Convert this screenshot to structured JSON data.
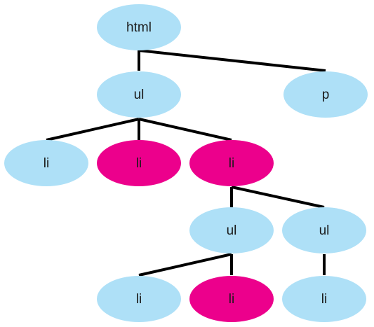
{
  "colors": {
    "default_node": "#aee0f7",
    "highlighted_node": "#ec008c",
    "edge": "#000000"
  },
  "nodes": {
    "html": {
      "label": "html",
      "highlighted": false
    },
    "ul_root": {
      "label": "ul",
      "highlighted": false
    },
    "p": {
      "label": "p",
      "highlighted": false
    },
    "li_1": {
      "label": "li",
      "highlighted": false
    },
    "li_2": {
      "label": "li",
      "highlighted": true
    },
    "li_3": {
      "label": "li",
      "highlighted": true
    },
    "ul_a": {
      "label": "ul",
      "highlighted": false
    },
    "ul_b": {
      "label": "ul",
      "highlighted": false
    },
    "li_a1": {
      "label": "li",
      "highlighted": false
    },
    "li_a2": {
      "label": "li",
      "highlighted": true
    },
    "li_b1": {
      "label": "li",
      "highlighted": false
    }
  }
}
